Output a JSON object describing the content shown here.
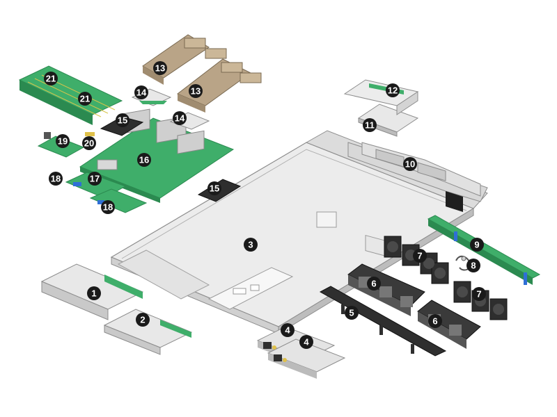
{
  "diagram": {
    "callouts": [
      "1",
      "2",
      "3",
      "4",
      "4",
      "5",
      "6",
      "6",
      "7",
      "7",
      "8",
      "9",
      "10",
      "11",
      "12",
      "13",
      "13",
      "14",
      "14",
      "15",
      "15",
      "16",
      "17",
      "18",
      "18",
      "19",
      "20",
      "21",
      "21"
    ]
  },
  "colors": {
    "pcb_green": "#3fae6a",
    "pcb_dark": "#2b8a50",
    "metal_light": "#e6e6e6",
    "metal_mid": "#c8c8c8",
    "metal_dark": "#8c8c8c",
    "fan_dark": "#2e2e2e",
    "heatsink_tan": "#b9a487",
    "callout_bg": "#1a1a1a",
    "latch_blue": "#2f6fd6"
  }
}
